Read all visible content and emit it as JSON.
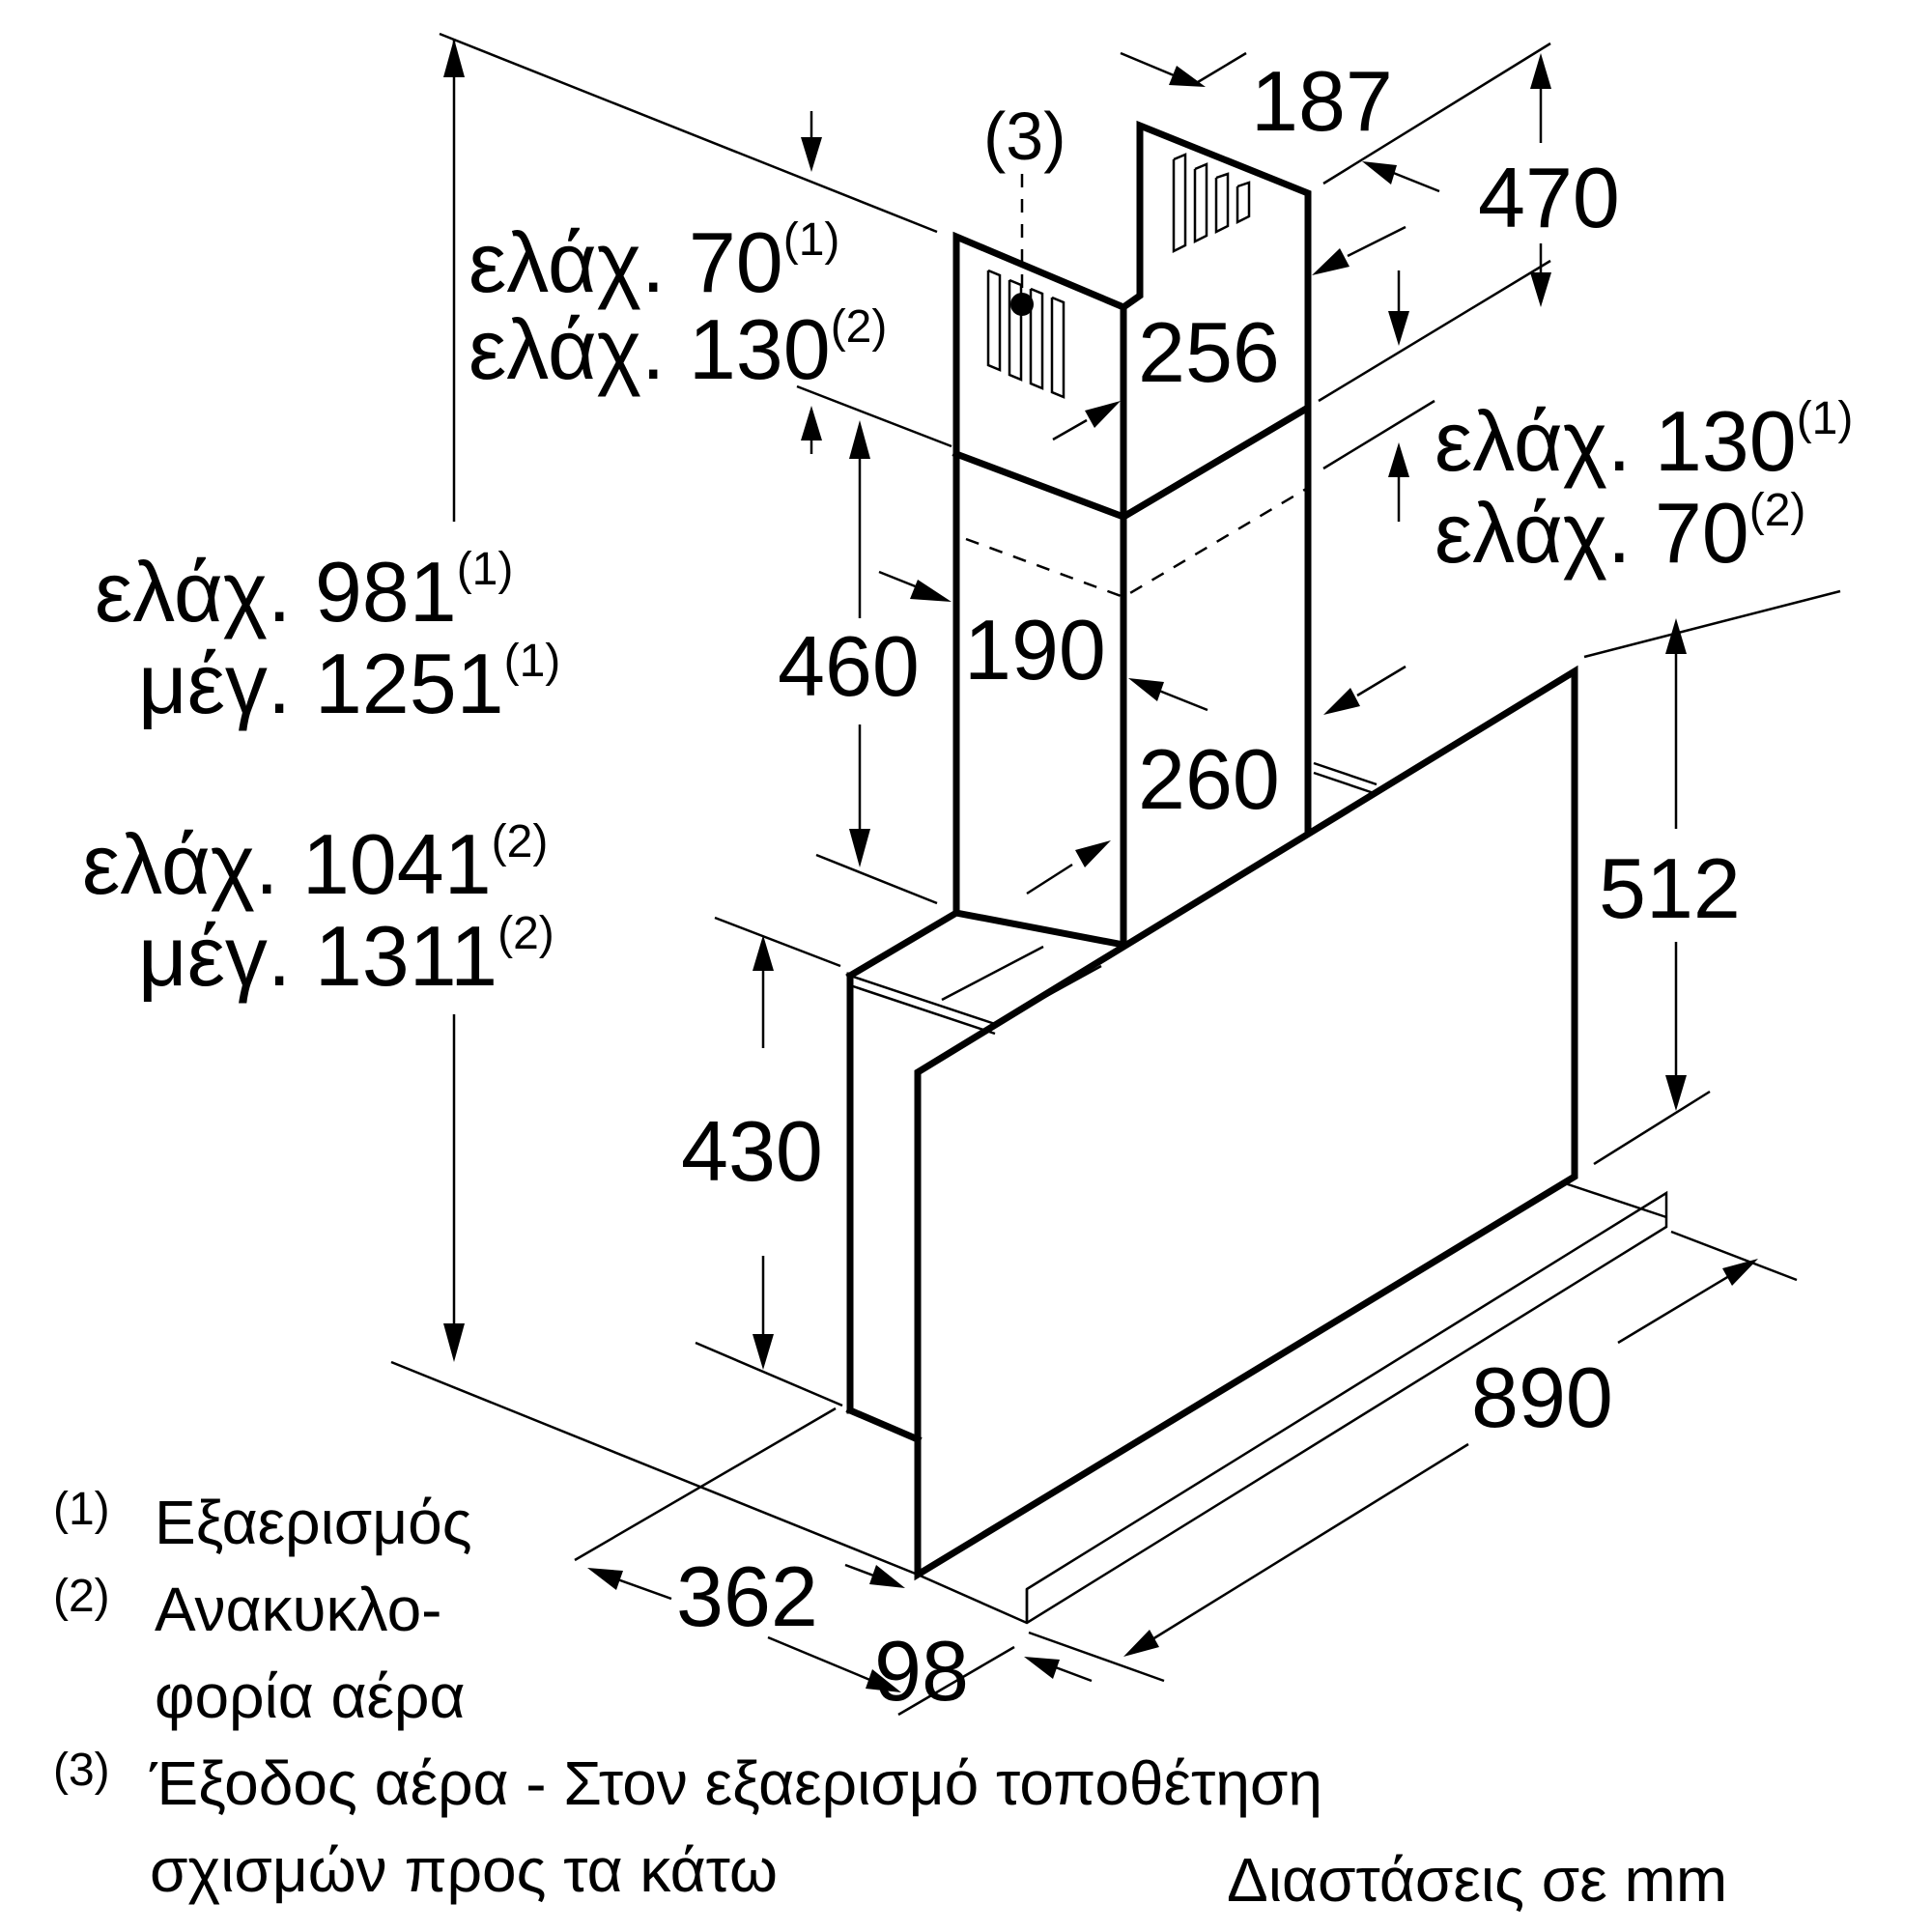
{
  "diagram": {
    "dimensions": {
      "d187": "187",
      "d470": "470",
      "d256": "256",
      "d460": "460",
      "d190": "190",
      "d260": "260",
      "d512": "512",
      "d430": "430",
      "d890": "890",
      "d362": "362",
      "d98": "98"
    },
    "callout3": "(3)",
    "top_left_clearance": {
      "line1": "ελάχ. 70",
      "line1_sup": "(1)",
      "line2": "ελάχ. 130",
      "line2_sup": "(2)"
    },
    "right_clearance": {
      "line1": "ελάχ. 130",
      "line1_sup": "(1)",
      "line2": "ελάχ. 70",
      "line2_sup": "(2)"
    },
    "height_venting": {
      "line1": "ελάχ. 981",
      "line1_sup": "(1)",
      "line2": "μέγ. 1251",
      "line2_sup": "(1)"
    },
    "height_recirc": {
      "line1": "ελάχ. 1041",
      "line1_sup": "(2)",
      "line2": "μέγ. 1311",
      "line2_sup": "(2)"
    }
  },
  "legend": {
    "items": [
      {
        "num": "(1)",
        "lines": [
          "Εξαερισμός"
        ]
      },
      {
        "num": "(2)",
        "lines": [
          "Ανακυκλο-",
          "φορία αέρα"
        ]
      },
      {
        "num": "(3)",
        "lines": [
          "Έξοδος αέρα - Στον εξαερισμό τοποθέτηση",
          "σχισμών προς τα κάτω"
        ]
      }
    ]
  },
  "units_note": "Διαστάσεις σε mm"
}
